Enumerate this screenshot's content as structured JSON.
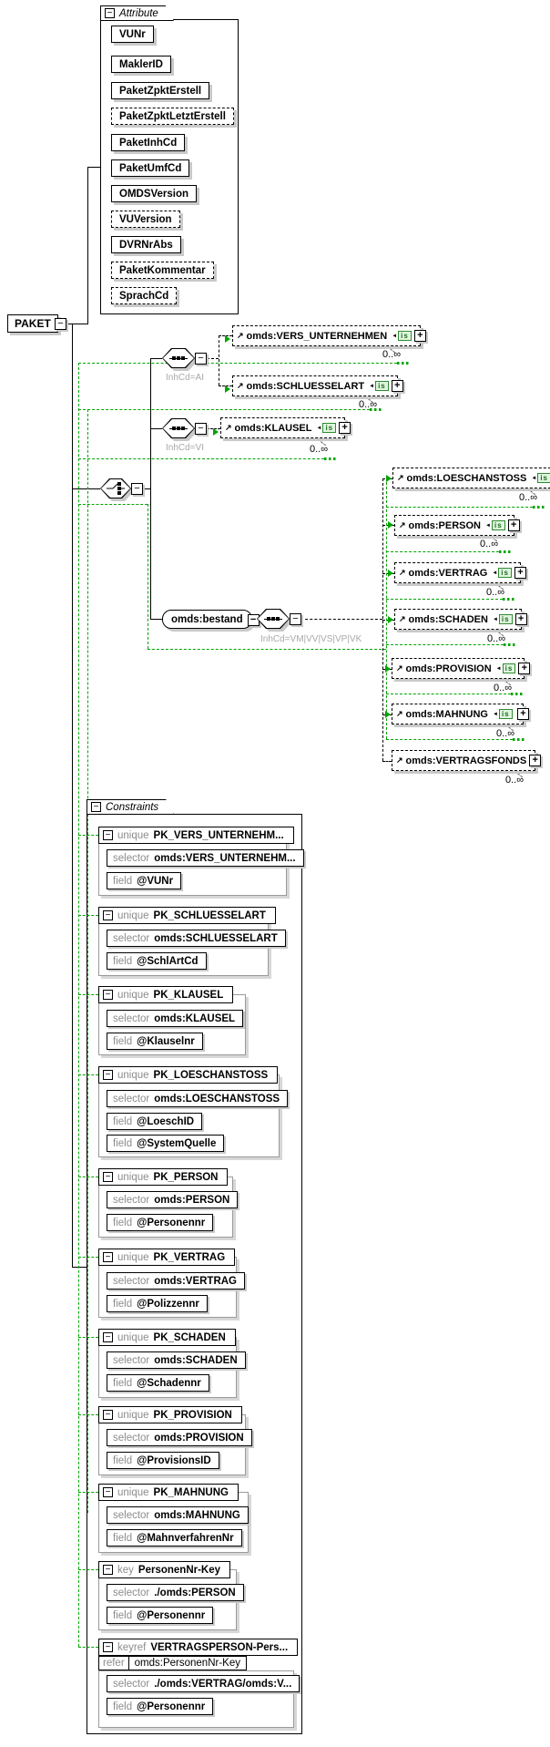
{
  "root_element": {
    "label": "PAKET"
  },
  "attribute_group": {
    "title": "Attribute",
    "items": [
      {
        "label": "VUNr",
        "optional": false
      },
      {
        "label": "MaklerID",
        "optional": false
      },
      {
        "label": "PaketZpktErstell",
        "optional": false
      },
      {
        "label": "PaketZpktLetztErstell",
        "optional": true
      },
      {
        "label": "PaketInhCd",
        "optional": false
      },
      {
        "label": "PaketUmfCd",
        "optional": false
      },
      {
        "label": "OMDSVersion",
        "optional": false
      },
      {
        "label": "VUVersion",
        "optional": true
      },
      {
        "label": "DVRNrAbs",
        "optional": false
      },
      {
        "label": "PaketKommentar",
        "optional": true
      },
      {
        "label": "SprachCd",
        "optional": true
      }
    ]
  },
  "connectors": {
    "seq_ai": "InhCd=AI",
    "seq_vi": "InhCd=VI",
    "seq_bestand": "InhCd=VM|VV|VS|VP|VK"
  },
  "bestand": {
    "label": "omds:bestand"
  },
  "elements": {
    "ai": [
      {
        "label": "omds:VERS_UNTERNEHMEN",
        "occurs": "0..∞",
        "badge": "is"
      },
      {
        "label": "omds:SCHLUESSELART",
        "occurs": "0..∞",
        "badge": "is"
      }
    ],
    "vi": [
      {
        "label": "omds:KLAUSEL",
        "occurs": "0..∞",
        "badge": "is"
      }
    ],
    "bestand": [
      {
        "label": "omds:LOESCHANSTOSS",
        "occurs": "0..∞",
        "badge": "is"
      },
      {
        "label": "omds:PERSON",
        "occurs": "0..∞",
        "badge": "is"
      },
      {
        "label": "omds:VERTRAG",
        "occurs": "0..∞",
        "badge": "is"
      },
      {
        "label": "omds:SCHADEN",
        "occurs": "0..∞",
        "badge": "is"
      },
      {
        "label": "omds:PROVISION",
        "occurs": "0..∞",
        "badge": "is"
      },
      {
        "label": "omds:MAHNUNG",
        "occurs": "0..∞",
        "badge": "is"
      },
      {
        "label": "omds:VERTRAGSFONDS",
        "occurs": "0..∞",
        "badge": null
      }
    ]
  },
  "labels": {
    "unique": "unique",
    "key": "key",
    "keyref": "keyref",
    "selector": "selector",
    "field": "field",
    "refer": "refer"
  },
  "constraints": {
    "title": "Constraints",
    "items": [
      {
        "kind": "unique",
        "name": "PK_VERS_UNTERNEHM...",
        "selector": "omds:VERS_UNTERNEHM...",
        "fields": [
          "@VUNr"
        ]
      },
      {
        "kind": "unique",
        "name": "PK_SCHLUESSELART",
        "selector": "omds:SCHLUESSELART",
        "fields": [
          "@SchlArtCd"
        ]
      },
      {
        "kind": "unique",
        "name": "PK_KLAUSEL",
        "selector": "omds:KLAUSEL",
        "fields": [
          "@Klauselnr"
        ]
      },
      {
        "kind": "unique",
        "name": "PK_LOESCHANSTOSS",
        "selector": "omds:LOESCHANSTOSS",
        "fields": [
          "@LoeschID",
          "@SystemQuelle"
        ]
      },
      {
        "kind": "unique",
        "name": "PK_PERSON",
        "selector": "omds:PERSON",
        "fields": [
          "@Personennr"
        ]
      },
      {
        "kind": "unique",
        "name": "PK_VERTRAG",
        "selector": "omds:VERTRAG",
        "fields": [
          "@Polizzennr"
        ]
      },
      {
        "kind": "unique",
        "name": "PK_SCHADEN",
        "selector": "omds:SCHADEN",
        "fields": [
          "@Schadennr"
        ]
      },
      {
        "kind": "unique",
        "name": "PK_PROVISION",
        "selector": "omds:PROVISION",
        "fields": [
          "@ProvisionsID"
        ]
      },
      {
        "kind": "unique",
        "name": "PK_MAHNUNG",
        "selector": "omds:MAHNUNG",
        "fields": [
          "@MahnverfahrenNr"
        ]
      },
      {
        "kind": "key",
        "name": "PersonenNr-Key",
        "selector": "./omds:PERSON",
        "fields": [
          "@Personennr"
        ]
      },
      {
        "kind": "keyref",
        "name": "VERTRAGSPERSON-Pers...",
        "refer": "omds:PersonenNr-Key",
        "selector": "./omds:VERTRAG/omds:V...",
        "fields": [
          "@Personennr"
        ]
      }
    ]
  },
  "colors": {
    "constraint_link": "#00a400",
    "shadow": "#c9c9c9",
    "muted_text": "#8c8c8c"
  }
}
